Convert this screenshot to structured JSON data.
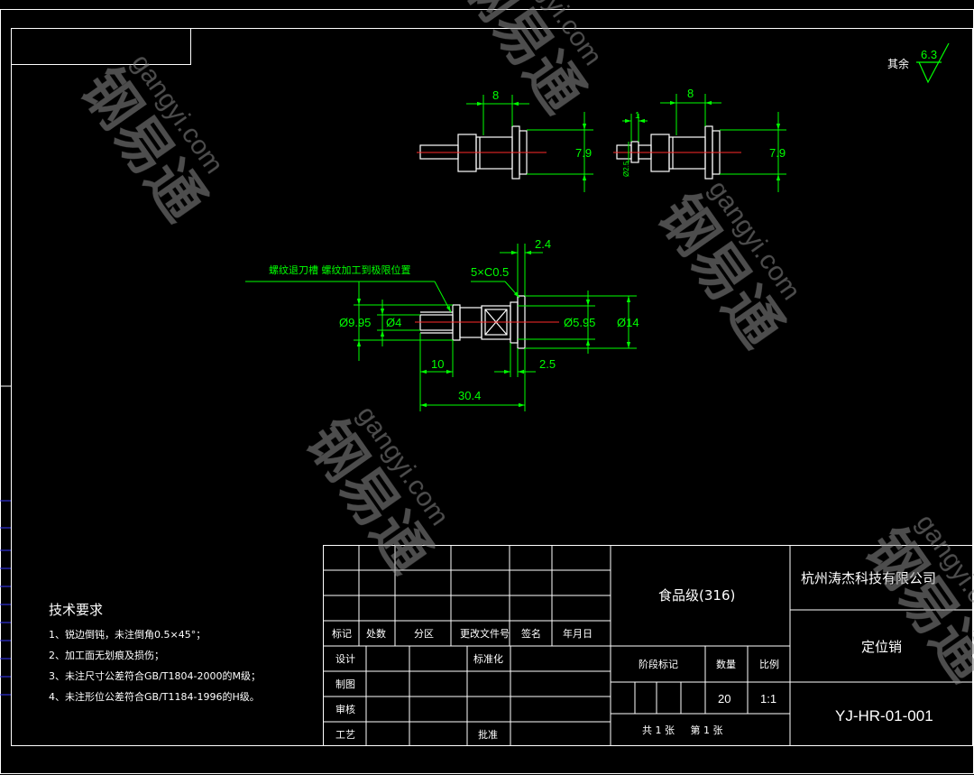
{
  "colors": {
    "background": "#000000",
    "frame": "#ffffff",
    "dimension": "#00ff00",
    "centerline": "#ff2a2a",
    "watermark": "#9a9a9a"
  },
  "surface_finish": {
    "label": "其余",
    "value": "6.3"
  },
  "view_top_left": {
    "dim_width": "8",
    "dim_diameter": "7.9"
  },
  "view_top_right": {
    "dim_width": "8",
    "dim_small": "1",
    "dim_diameter": "7.9",
    "dim_vertical": "Ø2.5"
  },
  "main_view": {
    "note": "螺纹退刀槽  螺纹加工到极限位置",
    "dim_top": "2.4",
    "dim_chamfer": "5×C0.5",
    "dim_d1": "Ø9.95",
    "dim_d2": "Ø4",
    "dim_d3": "Ø5.95",
    "dim_d4": "Ø14",
    "dim_len1": "10",
    "dim_len2": "2.5",
    "dim_total": "30.4"
  },
  "tech_requirements": {
    "title": "技术要求",
    "items": [
      "1、锐边倒钝，未注倒角0.5×45°；",
      "2、加工面无划痕及损伤；",
      "3、未注尺寸公差符合GB/T1804-2000的M级；",
      "4、未注形位公差符合GB/T1184-1996的H级。"
    ]
  },
  "title_block": {
    "revision_headers": [
      "标记",
      "处数",
      "分区",
      "更改文件号",
      "签名",
      "年月日"
    ],
    "sign_rows": [
      "设计",
      "制图",
      "审核",
      "工艺"
    ],
    "standardize_label": "标准化",
    "approve_label": "批准",
    "material": "食品级(316)",
    "stage_label": "阶段标记",
    "quantity_label": "数量",
    "scale_label": "比例",
    "quantity": "20",
    "scale": "1:1",
    "sheets": "共 1 张     第 1 张",
    "company": "杭州涛杰科技有限公司",
    "part_name": "定位销",
    "drawing_number": "YJ-HR-01-001"
  },
  "watermark": {
    "brand": "钢易通",
    "site": "gangyi.com"
  }
}
